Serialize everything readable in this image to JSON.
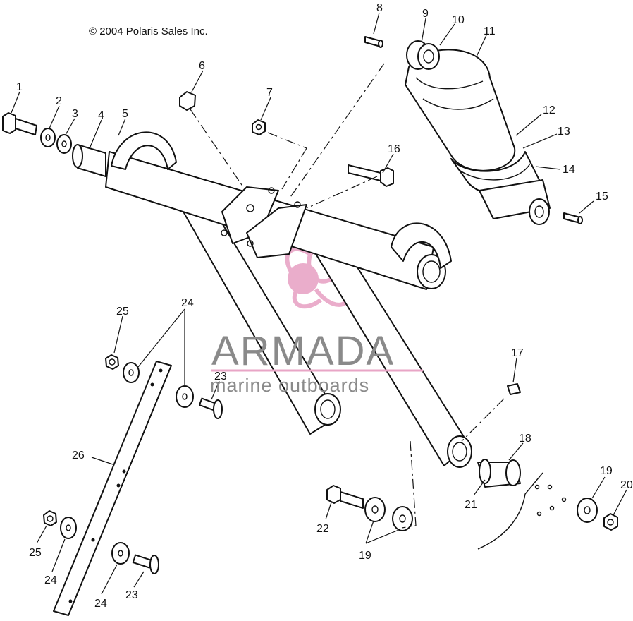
{
  "copyright": "© 2004 Polaris Sales Inc.",
  "watermark": {
    "brand": "ARMADA",
    "tagline": "marine outboards",
    "logo_color": "#e8a5c6",
    "text_color": "#8a8a8a"
  },
  "callouts": {
    "c1": "1",
    "c2": "2",
    "c3": "3",
    "c4": "4",
    "c5": "5",
    "c6": "6",
    "c7": "7",
    "c8": "8",
    "c9": "9",
    "c10": "10",
    "c11": "11",
    "c12": "12",
    "c13": "13",
    "c14": "14",
    "c15": "15",
    "c16": "16",
    "c17": "17",
    "c18": "18",
    "c19a": "19",
    "c19b": "19",
    "c20": "20",
    "c21": "21",
    "c22": "22",
    "c23a": "23",
    "c23b": "23",
    "c24a": "24",
    "c24b": "24",
    "c24c": "24",
    "c25a": "25",
    "c25b": "25",
    "c26": "26"
  }
}
